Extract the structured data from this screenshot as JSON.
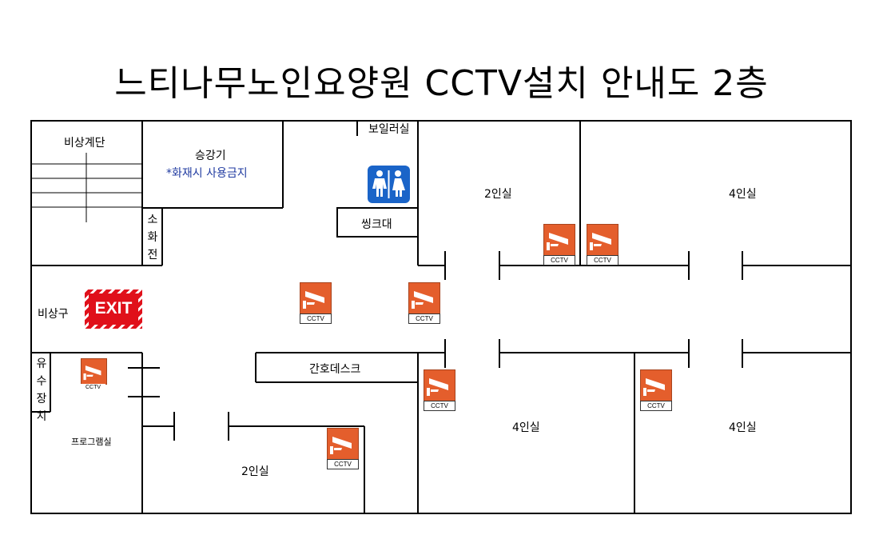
{
  "title": "느티나무노인요양원 CCTV설치 안내도 2층",
  "rooms": {
    "emergency_stairs": "비상계단",
    "elevator": "승강기",
    "elevator_note": "*화재시 사용금지",
    "boiler_room": "보일러실",
    "sink": "씽크대",
    "hydrant": [
      "소",
      "화",
      "전"
    ],
    "emergency_exit": "비상구",
    "nurse_desk": "간호데스크",
    "nursing_room": [
      "유",
      "수",
      "장",
      "치"
    ],
    "program_room": "프로그램실",
    "room_2p_top": "2인실",
    "room_4p_top": "4인실",
    "room_4p_mid": "4인실",
    "room_4p_right": "4인실",
    "room_2p_bottom": "2인실"
  },
  "exit_sign": "EXIT",
  "cctv_label": "CCTV",
  "icons": [
    "restroom-icon",
    "exit-sign-icon",
    "cctv-camera-icon"
  ],
  "colors": {
    "cctv": "#e45e2c",
    "restroom": "#1a64c8",
    "exit": "#e0101a",
    "note": "#1f3aa0"
  }
}
